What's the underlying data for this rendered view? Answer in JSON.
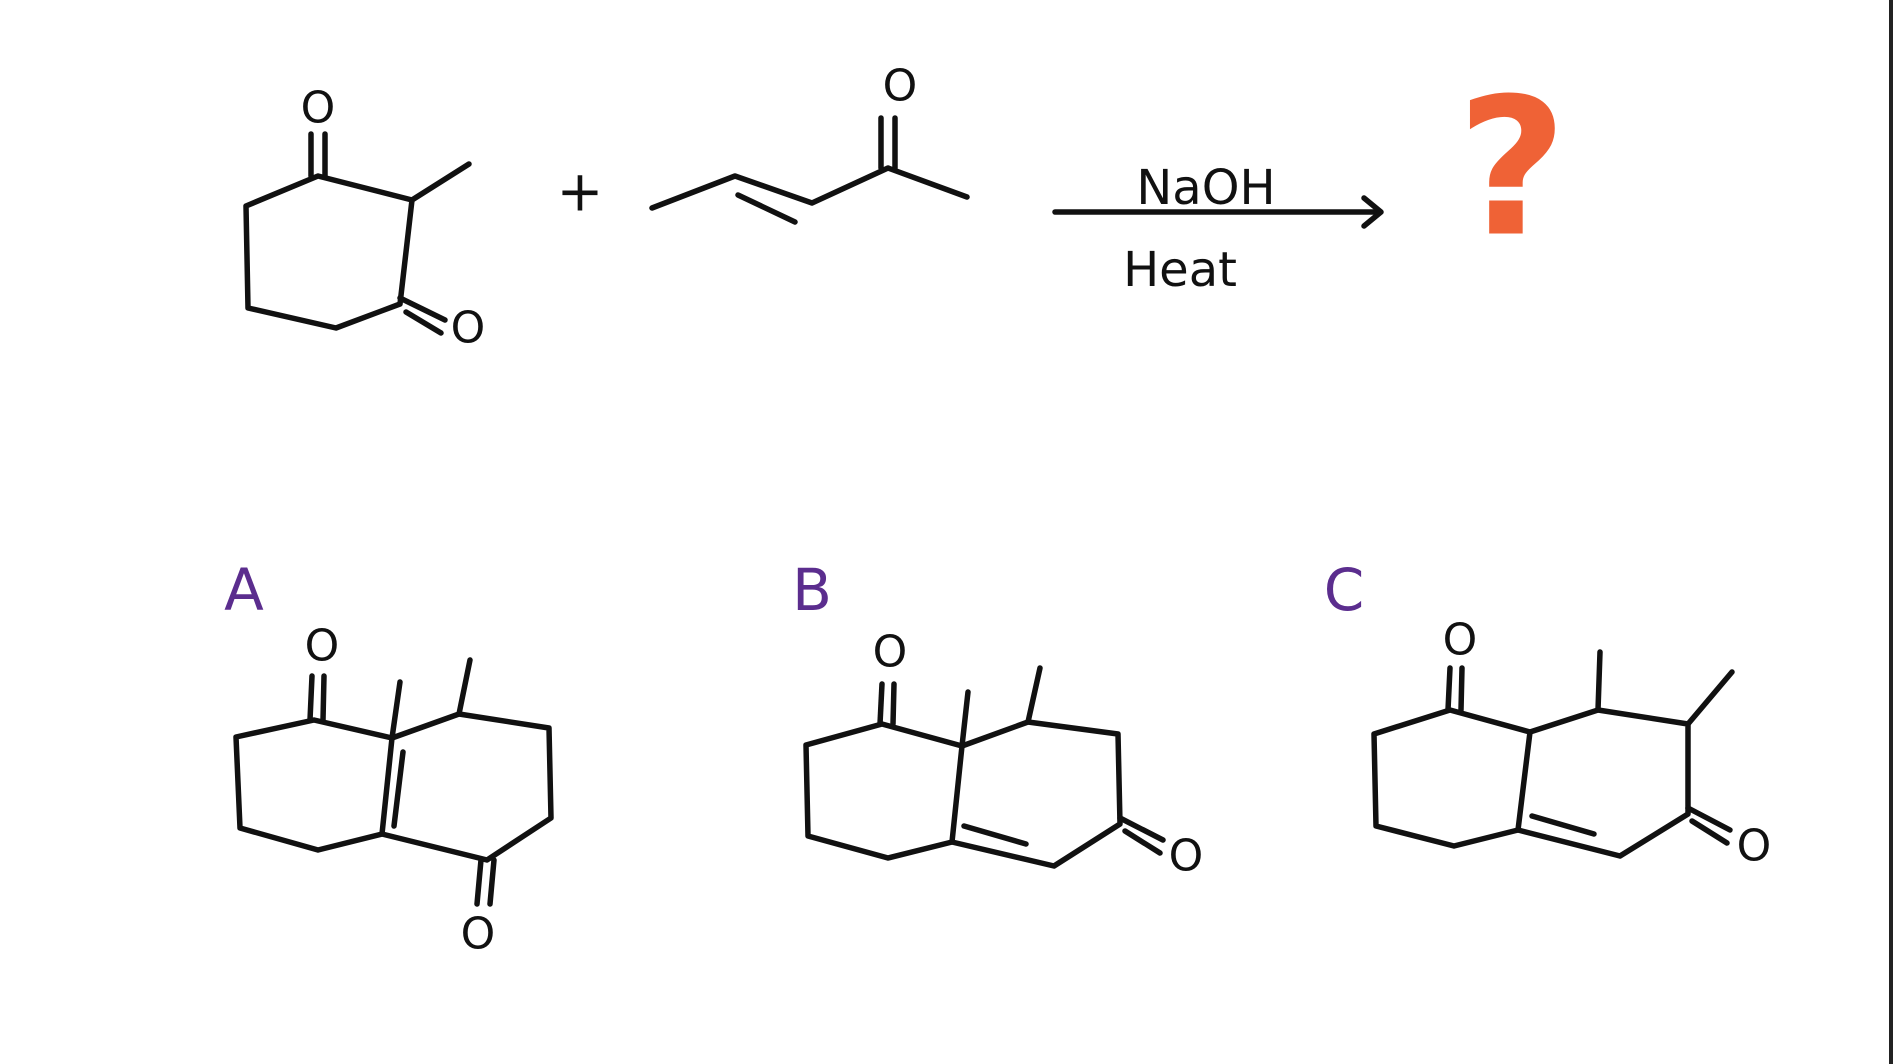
{
  "reaction": {
    "reactant1": {
      "oxygen_top": "O",
      "oxygen_bottom": "O"
    },
    "plus_sign": "+",
    "reactant2": {
      "oxygen": "O"
    },
    "reagent_top": "NaOH",
    "reagent_bottom": "Heat",
    "product": "?"
  },
  "choices": [
    {
      "label": "A",
      "oxygen_top": "O",
      "oxygen_bottom": "O"
    },
    {
      "label": "B",
      "oxygen_top": "O",
      "oxygen_right": "O"
    },
    {
      "label": "C",
      "oxygen_top": "O",
      "oxygen_right": "O"
    }
  ],
  "colors": {
    "ink": "#111111",
    "choice_label": "#5b2d8e",
    "question_mark": "#ef6236",
    "background": "#ffffff"
  }
}
